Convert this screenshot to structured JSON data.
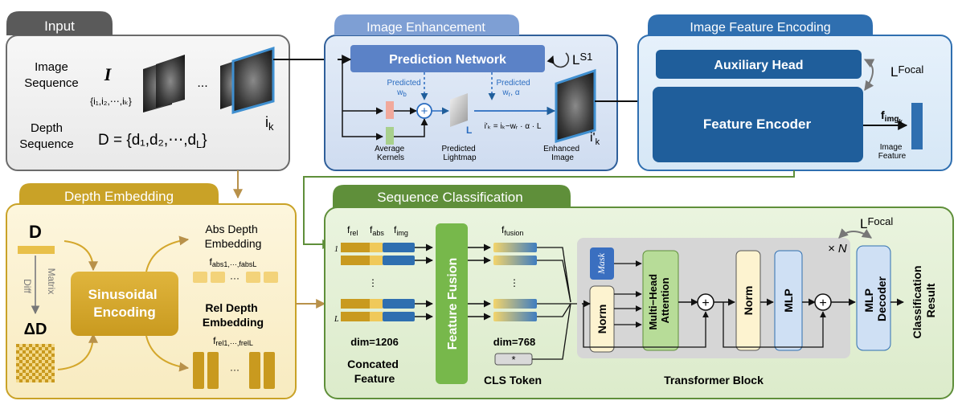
{
  "input": {
    "header": "Input",
    "image_sequence_label_1": "Image",
    "image_sequence_label_2": "Sequence",
    "image_symbol": "I",
    "image_set": "{i₁,i₂,⋯,iₖ}",
    "dots": "...",
    "ik_label": "i",
    "ik_sub": "k",
    "depth_sequence_label_1": "Depth",
    "depth_sequence_label_2": "Sequence",
    "depth_formula": "D = {d₁,d₂,⋯,d",
    "depth_formula_sub": "L",
    "depth_formula_end": "}"
  },
  "image_enhancement": {
    "header": "Image Enhancement",
    "prediction_network": "Prediction Network",
    "loss": "L",
    "loss_sub": "S1",
    "predicted_wb_1": "Predicted",
    "predicted_wb_2": "w",
    "predicted_wb_sub": "b",
    "predicted_wr_1": "Predicted",
    "predicted_wr_2": "w",
    "predicted_wr_sub": "r",
    "predicted_wr_alpha": ", α",
    "plus": "+",
    "L_label": "L",
    "formula": "i'ₖ = iₖ−wᵣ · α · L",
    "avg_kernels_1": "Average",
    "avg_kernels_2": "Kernels",
    "pred_lightmap_1": "Predicted",
    "pred_lightmap_2": "Lightmap",
    "enhanced_1": "Enhanced",
    "enhanced_2": "Image",
    "ik_label": "i'",
    "ik_sub": "k"
  },
  "image_feature_encoding": {
    "header": "Image Feature Encoding",
    "auxiliary_head": "Auxiliary Head",
    "loss": "L",
    "loss_sub": "Focal",
    "feature_encoder": "Feature Encoder",
    "f_img": "f",
    "f_img_sub": "img",
    "f_img_subsub": "k",
    "image_feature_1": "Image",
    "image_feature_2": "Feature"
  },
  "depth_embedding": {
    "header": "Depth Embedding",
    "D": "D",
    "diff": "Diff",
    "matrix": "Matrix",
    "delta_D": "ΔD",
    "sinusoidal_1": "Sinusoidal",
    "sinusoidal_2": "Encoding",
    "abs_1": "Abs Depth",
    "abs_2": "Embedding",
    "abs_f": "f",
    "abs_f_rest": "abs1,⋯,f",
    "abs_f_end": "absL",
    "rel_1": "Rel Depth",
    "rel_2": "Embedding",
    "rel_f": "f",
    "rel_f_rest": "rel1,⋯,f",
    "rel_f_end": "relL",
    "dots": "···"
  },
  "sequence_classification": {
    "header": "Sequence Classification",
    "f_rel": "f",
    "f_rel_sub": "rel",
    "f_abs": "f",
    "f_abs_sub": "abs",
    "f_img": "f",
    "f_img_sub": "img",
    "row_I": "1",
    "row_L": "L",
    "dim1": "dim=1206",
    "concated_1": "Concated",
    "concated_2": "Feature",
    "feature_fusion": "Feature Fusion",
    "f_fusion": "f",
    "f_fusion_sub": "fusion",
    "dim2": "dim=768",
    "cls_symbol": "*",
    "cls_token": "CLS Token",
    "mask": "Mask",
    "norm1": "Norm",
    "mha_1": "Multi−Head",
    "mha_2": "Attention",
    "norm2": "Norm",
    "mlp": "MLP",
    "times_N": "× N",
    "transformer_block": "Transformer Block",
    "mlp_decoder_1": "MLP",
    "mlp_decoder_2": "Decoder",
    "loss": "L",
    "loss_sub": "Focal",
    "result_1": "Classification",
    "result_2": "Result",
    "plus": "+"
  },
  "colors": {
    "input_header": "#5a5a5a",
    "enhance_header": "#7e9fd4",
    "encode_header": "#2f6fb0",
    "depth_header": "#c9a227",
    "seqcls_header": "#5f8f3a",
    "dark_blue": "#1f5e9b",
    "green_fusion": "#77b84b",
    "tan": "#d4a72c"
  }
}
